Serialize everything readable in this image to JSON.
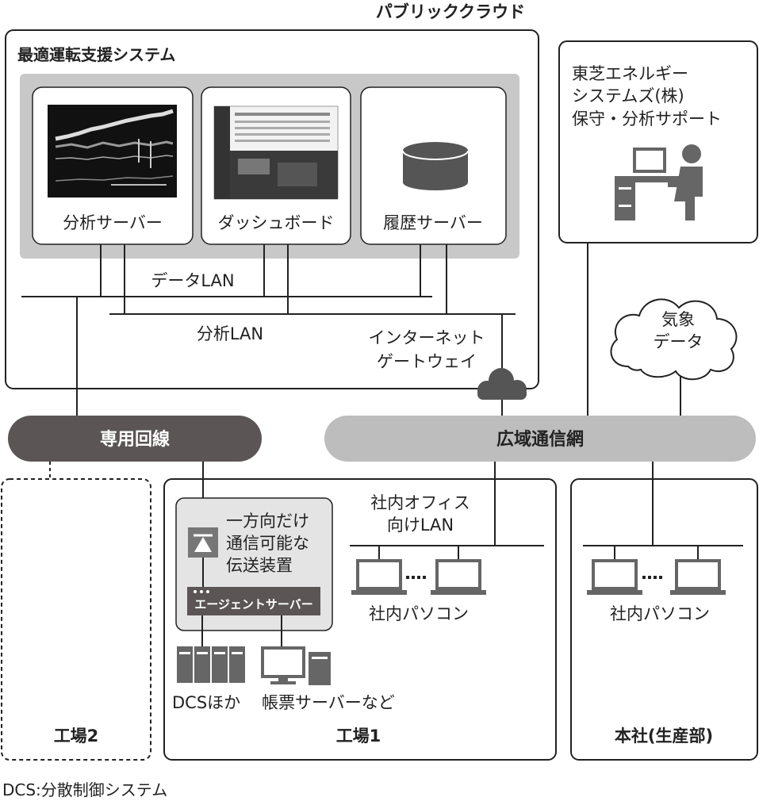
{
  "labels": {
    "public_cloud": "パブリッククラウド",
    "system_title": "最適運転支援システム",
    "analysis_server": "分析サーバー",
    "dashboard": "ダッシュボード",
    "history_server": "履歴サーバー",
    "data_lan": "データLAN",
    "analysis_lan": "分析LAN",
    "gateway_line1": "インターネット",
    "gateway_line2": "ゲートウェイ",
    "toshiba_line1": "東芝エネルギー",
    "toshiba_line2": "システムズ(株)",
    "toshiba_line3": "保守・分析サポート",
    "weather_line1": "気象",
    "weather_line2": "データ",
    "dedicated_line": "専用回線",
    "wan": "広域通信網",
    "diode_line1": "一方向だけ",
    "diode_line2": "通信可能な",
    "diode_line3": "伝送装置",
    "agent_server": "エージェントサーバー",
    "office_lan_line1": "社内オフィス",
    "office_lan_line2": "向けLAN",
    "internal_pc_factory": "社内パソコン",
    "internal_pc_hq": "社内パソコン",
    "dcs_etc": "DCSほか",
    "report_server": "帳票サーバーなど",
    "factory2": "工場2",
    "factory1": "工場1",
    "hq": "本社(生産部)",
    "footnote": "DCS:分散制御システム"
  },
  "colors": {
    "dark_pill": "#5b5556",
    "light_pill": "#bdbdbd",
    "system_panel": "#c8c8c8",
    "icon_gray": "#666666",
    "line": "#222222"
  },
  "icons": [
    "cloud-icon",
    "database-icon",
    "support-person-icon",
    "laptop-icon",
    "desktop-icon",
    "dcs-cabinet-icon",
    "diode-icon"
  ]
}
